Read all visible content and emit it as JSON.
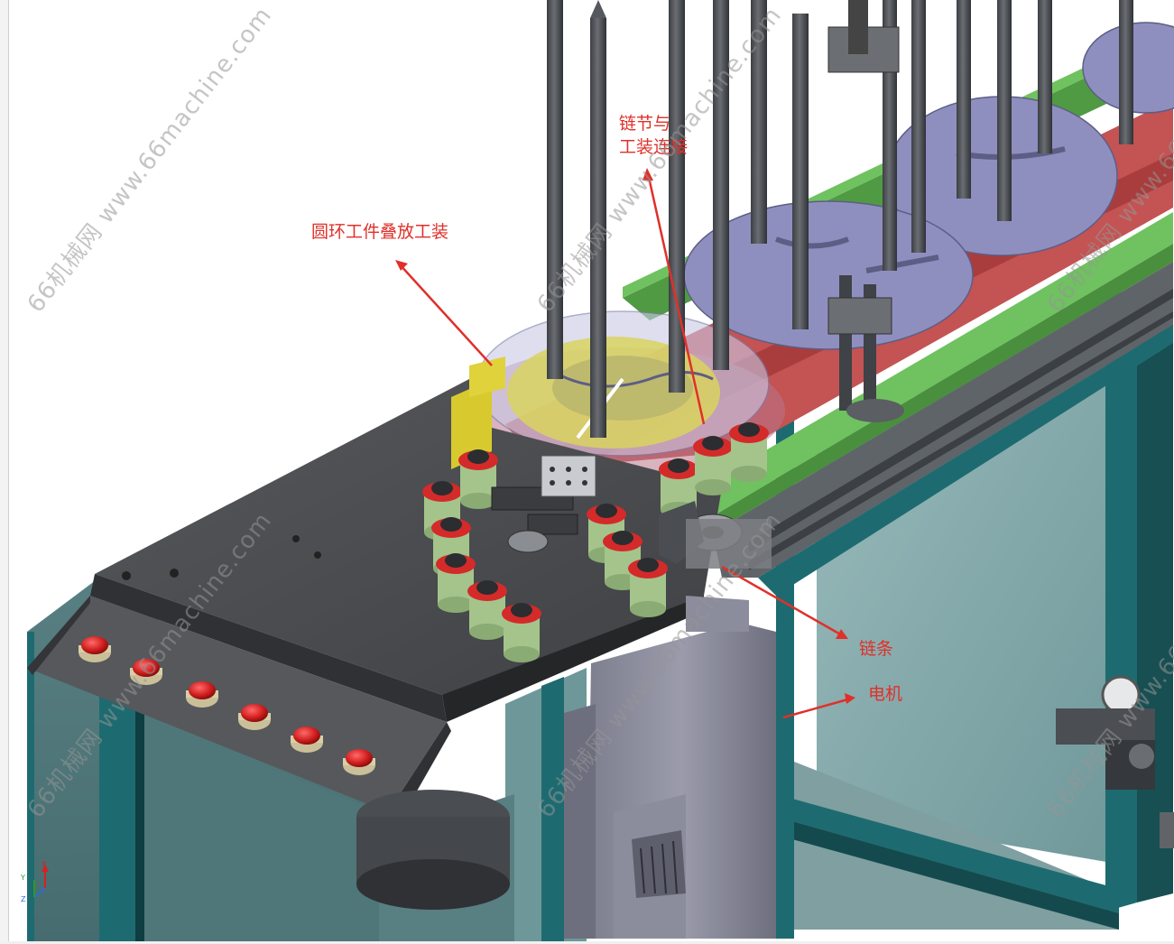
{
  "labels": {
    "fixture": "圆环工件叠放工装",
    "link_line1": "链节与",
    "link_line2": "工装连接",
    "chain": "链条",
    "motor": "电机"
  },
  "watermark": {
    "text": "66机械网 www.66machine.com",
    "color": "#9a9a9a"
  },
  "triad": {
    "x": "X",
    "y": "Y",
    "z": "Z"
  },
  "colors": {
    "annotation": "#e0302a",
    "plate": "#4b4d4f",
    "rail_green": "#5aa64a",
    "frame_teal": "#1f6f73",
    "glass": "#7fa7a8",
    "disc": "#8f8fbf",
    "chain_red": "#c54545",
    "fixture_yellow": "#d8d060",
    "roller_green": "#a4c48c",
    "roller_red": "#d42a2a"
  }
}
